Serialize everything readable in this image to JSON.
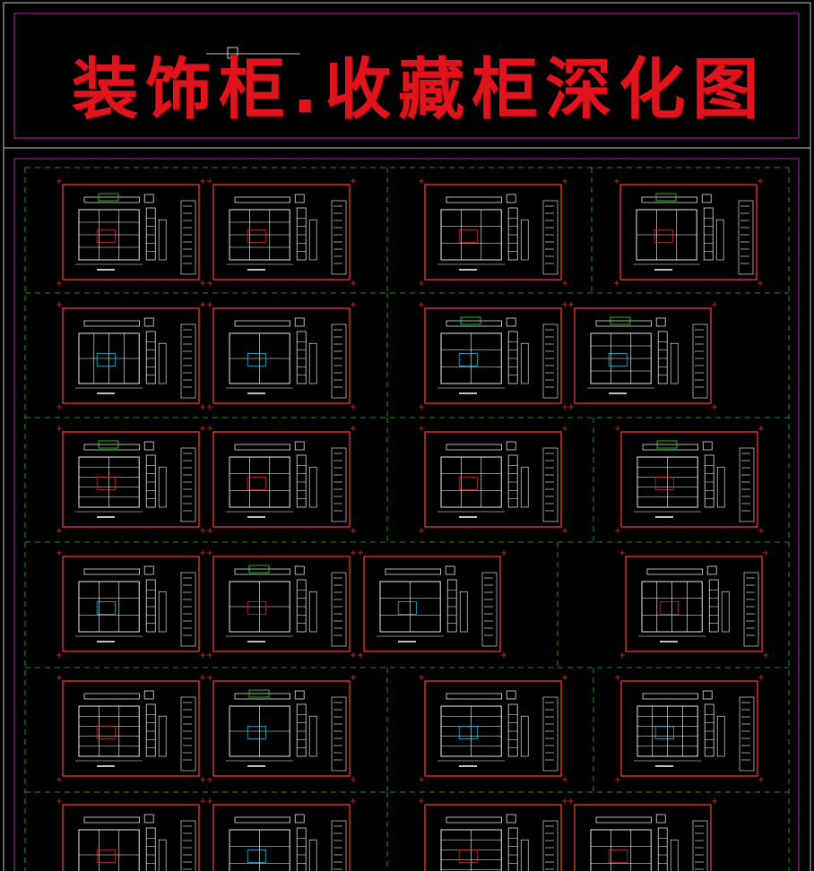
{
  "title": "装饰柜.收藏柜深化图",
  "colors": {
    "background": "#000000",
    "frame_outer": "#c8c8c8",
    "frame_magenta": "#c020c0",
    "title": "#e0141c",
    "sheet_border": "#e03030",
    "grid_dash": "#20c020",
    "drawing_line": "#ffffff",
    "accent_cyan": "#20d0ff",
    "accent_green": "#30ff30"
  },
  "sheet_grid": {
    "rows": [
      [
        "sheet-a1",
        "sheet-a2",
        "sheet-a3",
        "sheet-a4"
      ],
      [
        "sheet-b1",
        "sheet-b2",
        "sheet-b3",
        "sheet-b4"
      ],
      [
        "sheet-c1",
        "sheet-c2",
        "sheet-c3",
        "sheet-c4"
      ],
      [
        "sheet-d1",
        "sheet-d2",
        "sheet-d3",
        "sheet-d4"
      ],
      [
        "sheet-e1",
        "sheet-e2",
        "sheet-e3",
        "sheet-e4"
      ],
      [
        "sheet-f1",
        "sheet-f2",
        "sheet-f3",
        "sheet-f4"
      ]
    ]
  }
}
